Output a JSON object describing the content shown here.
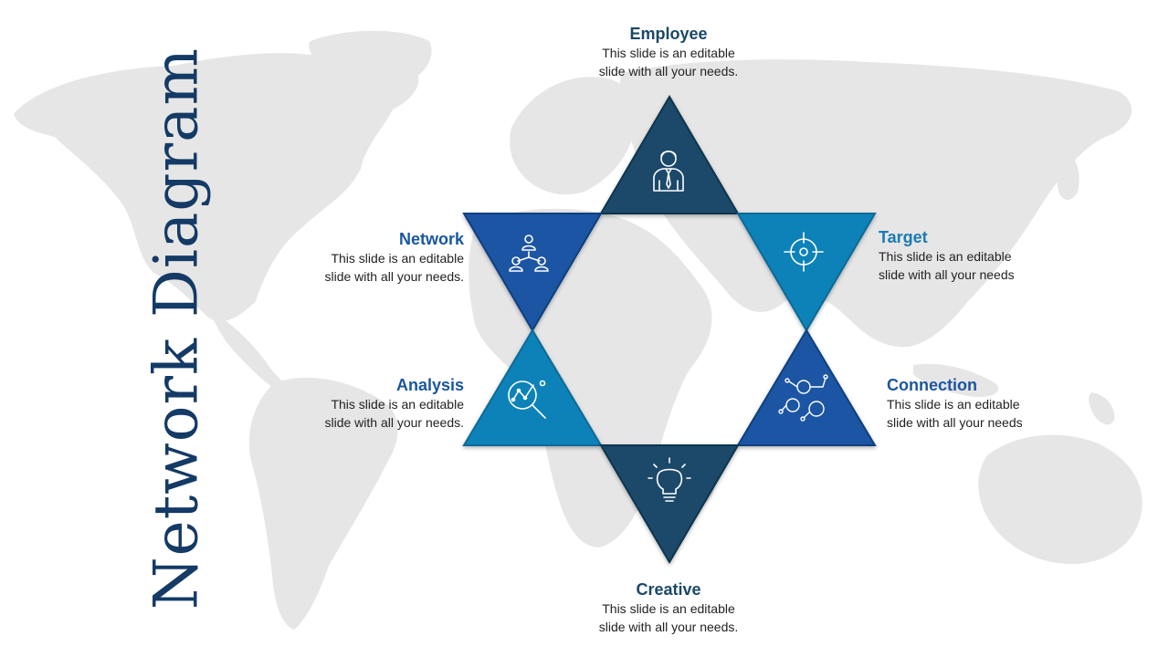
{
  "title": "Network Diagram",
  "colors": {
    "title": "#143a66",
    "navy": "#1a4a6b",
    "royal": "#1a55a3",
    "teal": "#0a82b8",
    "map": "#e6e6e6"
  },
  "nodes": {
    "employee": {
      "heading": "Employee",
      "desc": "This slide is an editable\nslide with all your needs.",
      "icon": "person-tie-icon"
    },
    "network": {
      "heading": "Network",
      "desc": "This slide is an editable\nslide with all your needs.",
      "icon": "org-chart-icon"
    },
    "target": {
      "heading": "Target",
      "desc": "This slide is an editable\nslide with all your needs",
      "icon": "crosshair-icon"
    },
    "analysis": {
      "heading": "Analysis",
      "desc": "This slide is an editable\nslide with all your needs.",
      "icon": "magnifier-chart-icon"
    },
    "connection": {
      "heading": "Connection",
      "desc": "This slide is an editable\nslide with all your needs",
      "icon": "people-network-icon"
    },
    "creative": {
      "heading": "Creative",
      "desc": "This slide is an editable\nslide with all your needs.",
      "icon": "lightbulb-icon"
    }
  }
}
